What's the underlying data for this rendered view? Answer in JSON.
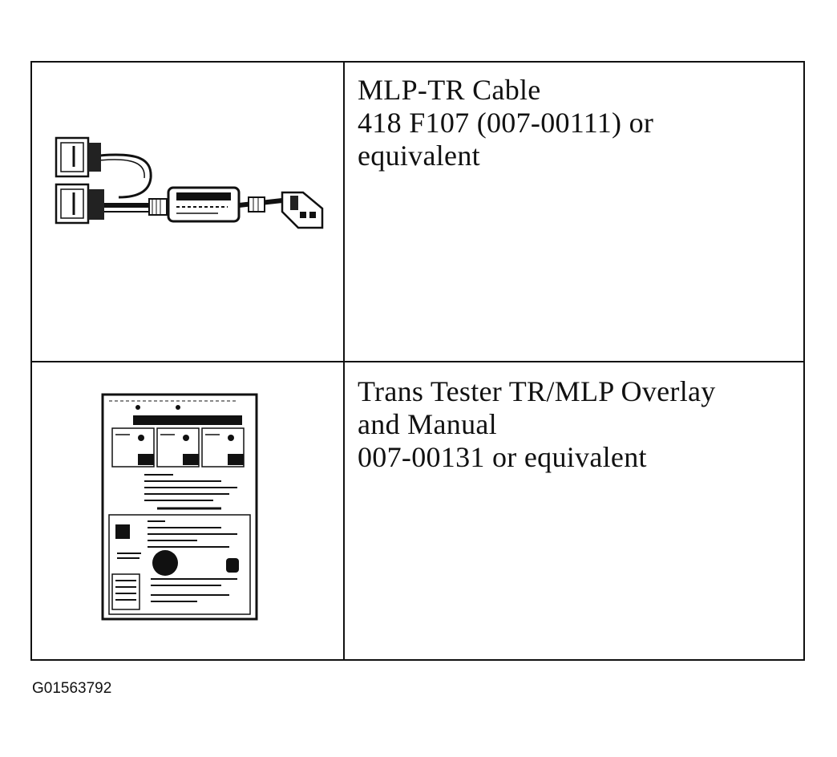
{
  "rows": [
    {
      "image": "mlp-tr-cable-icon",
      "lines": [
        "MLP-TR Cable",
        "418 F107 (007-00111) or",
        "equivalent"
      ]
    },
    {
      "image": "trans-tester-overlay-icon",
      "lines": [
        "Trans Tester TR/MLP Overlay",
        "and Manual",
        "007-00131 or equivalent"
      ]
    }
  ],
  "figure_id": "G01563792"
}
